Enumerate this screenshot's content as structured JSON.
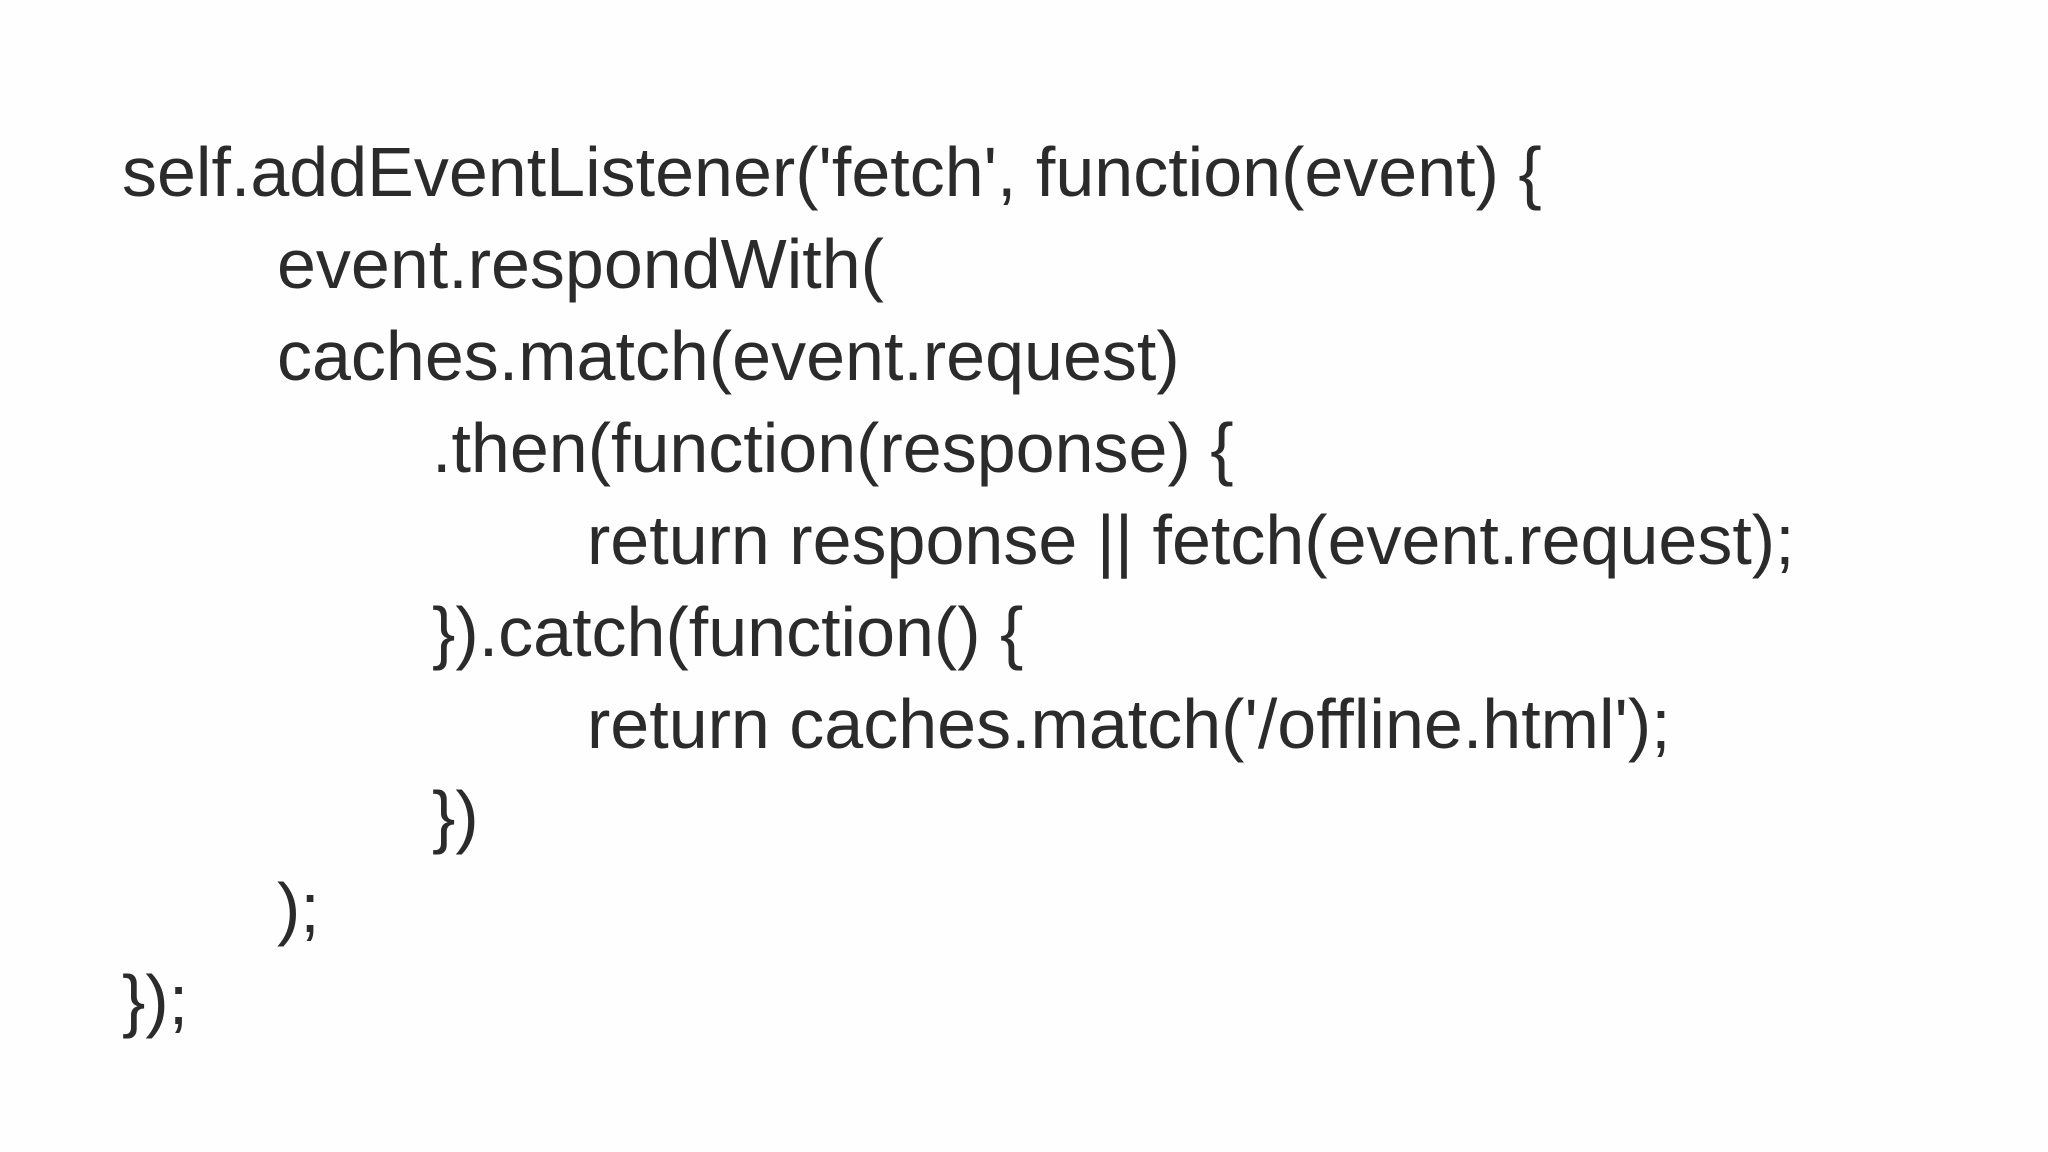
{
  "page": {
    "background_color": "#fefefe",
    "text_color": "#2b2b2b"
  },
  "code": {
    "language": "javascript",
    "lines": [
      "self.addEventListener('fetch', function(event) {",
      "\tevent.respondWith(",
      "\tcaches.match(event.request)",
      "\t\t.then(function(response) {",
      "\t\t\treturn response || fetch(event.request);",
      "\t\t}).catch(function() {",
      "\t\t\treturn caches.match('/offline.html');",
      "\t\t})",
      "\t);",
      "});"
    ]
  }
}
